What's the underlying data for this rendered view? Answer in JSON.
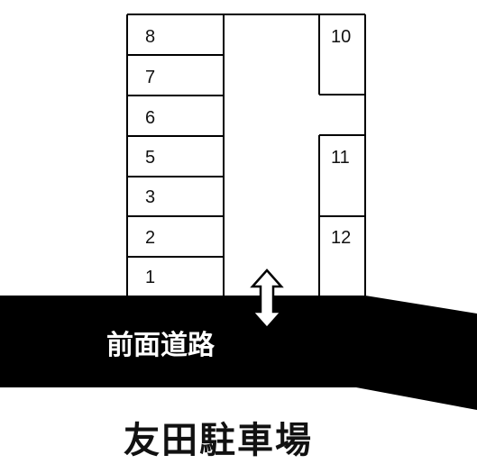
{
  "lot_name": "友田駐車場",
  "road_label": "前面道路",
  "entrance_icon": "double-arrow-vertical-icon",
  "colors": {
    "road": "#000000",
    "lines": "#000000",
    "background": "#ffffff"
  },
  "spaces_left": [
    "8",
    "7",
    "6",
    "5",
    "3",
    "2",
    "1"
  ],
  "spaces_right": [
    "10",
    "11",
    "12"
  ]
}
